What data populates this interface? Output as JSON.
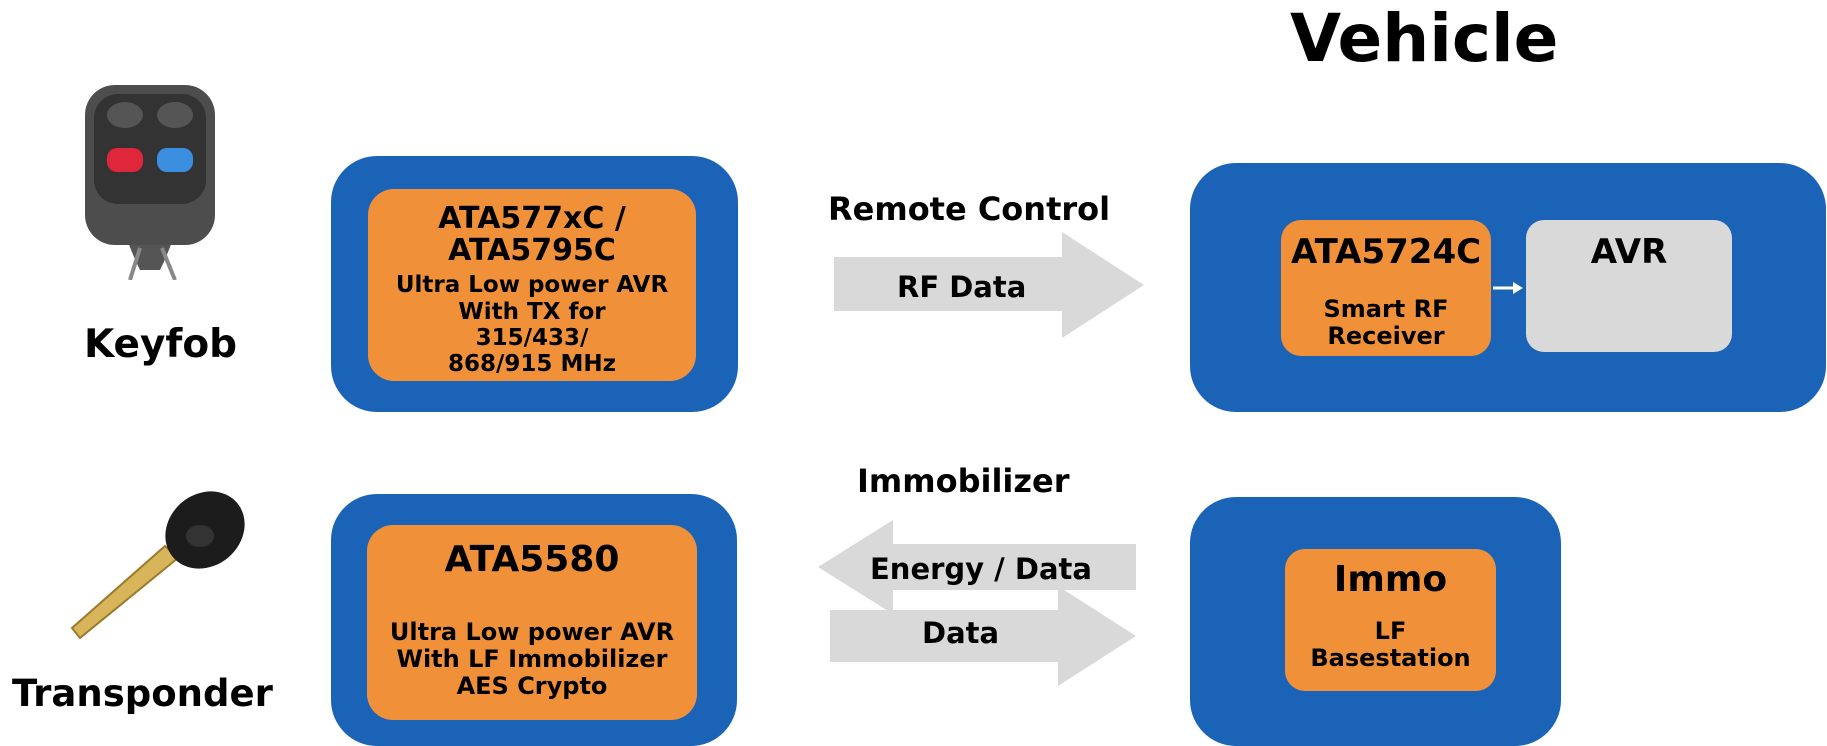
{
  "vehicle_title": "Vehicle",
  "keyfob": {
    "label": "Keyfob",
    "chip_name": "ATA577xC /",
    "chip_name2": "ATA5795C",
    "desc1": "Ultra Low power AVR",
    "desc2": "With TX for",
    "desc3": "315/433/",
    "desc4": "868/915 MHz"
  },
  "transponder": {
    "label": "Transponder",
    "chip_name": "ATA5580",
    "desc1": "Ultra Low power AVR",
    "desc2": "With LF Immobilizer",
    "desc3": "AES Crypto"
  },
  "remote_control": {
    "title": "Remote Control",
    "arrow_label": "RF Data"
  },
  "immobilizer": {
    "title": "Immobilizer",
    "left_arrow_label": "Energy / Data",
    "right_arrow_label": "Data"
  },
  "receiver": {
    "chip_name": "ATA5724C",
    "desc1": "Smart RF",
    "desc2": "Receiver",
    "mcu_label": "AVR"
  },
  "immo": {
    "title": "Immo",
    "desc1": "LF",
    "desc2": "Basestation"
  },
  "colors": {
    "blue_box": "#1a63b7",
    "orange_box": "#f0913a",
    "grey": "#d9d9d9"
  }
}
